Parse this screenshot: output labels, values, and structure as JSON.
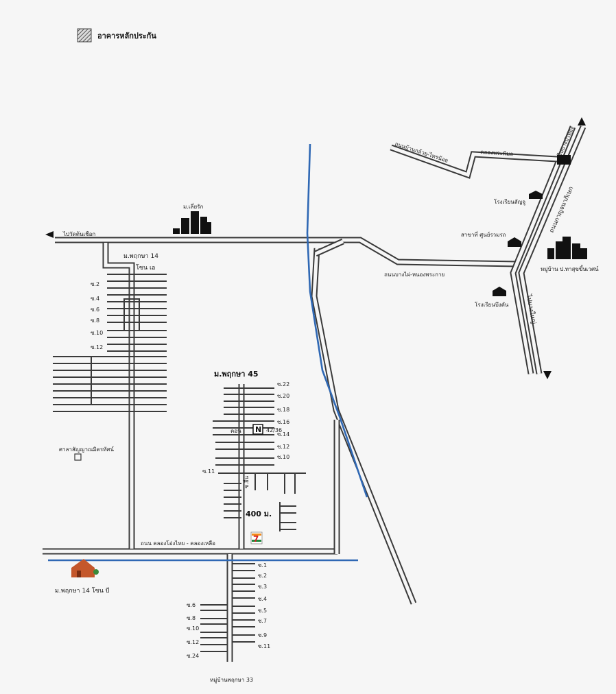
{
  "legend": {
    "label": "อาคารหลักประกัน",
    "pattern_color": "#666666"
  },
  "labels": {
    "to_wat": "ไปวัดต้นเชือก",
    "village_top": "ม.เลี่ยรัก",
    "zone_a_line1": "ม.พฤกษา 14",
    "zone_a_line2": "โซน เอ",
    "pruksa45": "ม.พฤกษา 45",
    "condo": "คอน",
    "house_no": "42/36",
    "distance": "400 ม.",
    "road_main": "ถนน คลองโอ่งไทย - คลองเหลือ",
    "zone_b": "ม.พฤกษา 14 โซน บี",
    "bottom_village": "หมู่บ้านพฤกษา 33",
    "school": "ศาลาสัญญาณมิตรทัศน์",
    "road_bangphai": "ถนนบางไผ่-หนองพระกาย",
    "klong": "คลองพระพิมล",
    "road_top": "ถนนบ้านกล้วย-ไทรน้อย",
    "to_bangbuathong": "ไปบางบัวทอง",
    "road_kanchana": "ถนนกาญจนาภิเษก",
    "to_bangyai": "ไปบางใหญ่",
    "shop1": "โรงเรียนลัญจู",
    "shop2": "สาขาที่ ศูนย์รวมรถ",
    "shop3": "โรงเรียนบึงตัน",
    "village_right": "หมู่บ้าน ป.ทาสุขขึ้นเวศน์"
  },
  "soi_left": [
    "ซ.2",
    "ซ.4",
    "ซ.6",
    "ซ.8",
    "ซ.10",
    "ซ.12"
  ],
  "soi_center": [
    "ซ.22",
    "ซ.20",
    "ซ.18",
    "ซ.16",
    "ซ.14",
    "ซ.12",
    "ซ.10"
  ],
  "soi_center_west": "ซ.11",
  "soi_center_vertical": "ซ.ยื่น",
  "soi_bottom_right": [
    "ซ.1",
    "ซ.2",
    "ซ.3",
    "ซ.4",
    "ซ.5",
    "ซ.7",
    "ซ.9",
    "ซ.11"
  ],
  "soi_bottom_left": [
    "ซ.6",
    "ซ.8",
    "ซ.10",
    "ซ.12",
    "ซ.24"
  ],
  "icons": {
    "convenience_store": "7",
    "north_marker": "N"
  },
  "colors": {
    "road": "#3a3a3a",
    "canal": "#2f68b4",
    "store_red": "#d61f26",
    "store_orange": "#f28a1c",
    "store_green": "#1f8a3c",
    "house": "#c4572b"
  }
}
